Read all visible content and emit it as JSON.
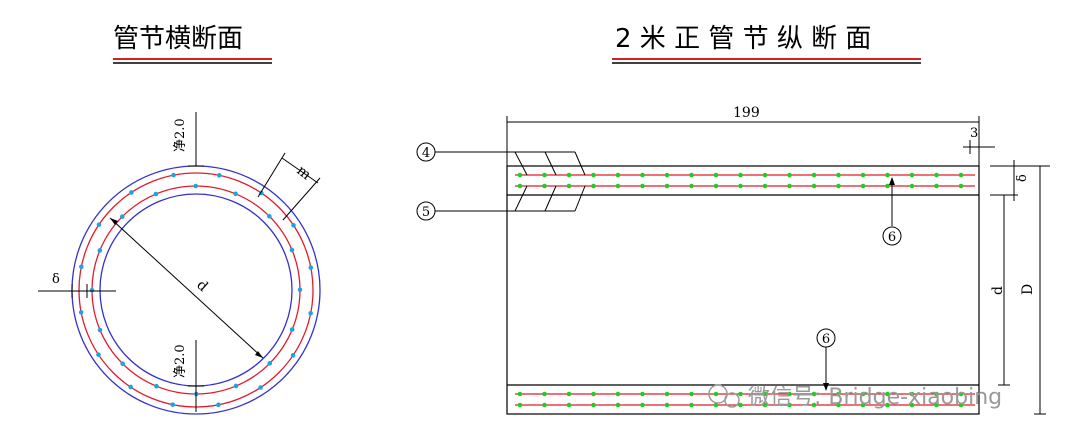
{
  "titles": {
    "left": "管节横断面",
    "right": "2 米 正 管 节 纵 断 面"
  },
  "cross_section": {
    "clear_top": "净2.0",
    "clear_bottom": "净2.0",
    "label_m": "m",
    "label_d": "d",
    "label_delta": "δ"
  },
  "longitudinal": {
    "length": "199",
    "end_gap": "3",
    "label_delta": "δ",
    "label_d": "d",
    "label_D": "D",
    "callouts": [
      "4",
      "5",
      "6",
      "6"
    ]
  },
  "watermark": "微信号: Bridge-xiaobing",
  "colors": {
    "pipe_outline": "#3333cc",
    "rebar": "#e21c2b",
    "stirrup_dot_cross": "#1fa3e0",
    "stirrup_dot_long": "#22cc22",
    "title_underline_red": "#d22222"
  }
}
